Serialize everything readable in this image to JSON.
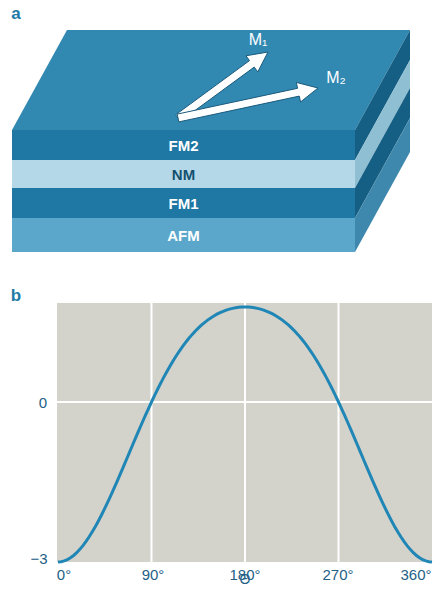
{
  "diagram": {
    "nodes": [
      {
        "text": [
          "FM2"
        ]
      },
      {
        "text": [
          "NM"
        ]
      },
      {
        "text": [
          "FM1"
        ]
      },
      {
        "text": [
          "AFM"
        ]
      }
    ],
    "labels": [
      "a",
      "M₁",
      "M₂",
      "b",
      "0",
      "−3",
      "0°",
      "90°",
      "180°",
      "270°",
      "360°",
      "Θ"
    ]
  }
}
